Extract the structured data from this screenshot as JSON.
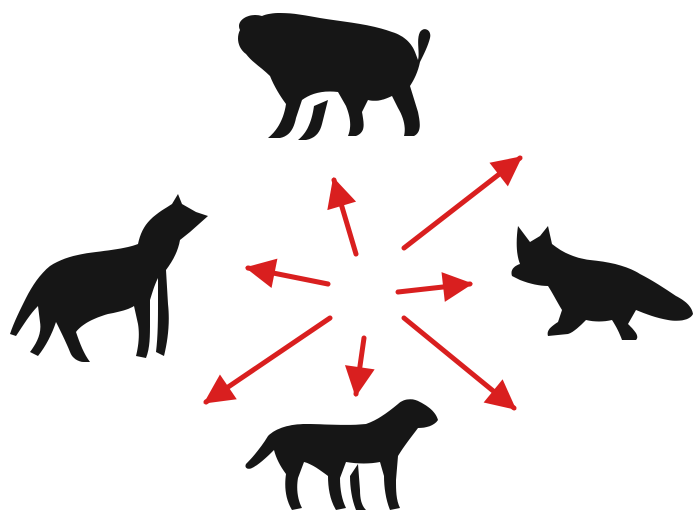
{
  "diagram": {
    "colors": {
      "arrow": "#d91f1f",
      "silhouette": "#161616",
      "background": "#ffffff"
    },
    "animals": [
      {
        "id": "hyena",
        "icon": "hyena-silhouette-icon"
      },
      {
        "id": "wolf",
        "icon": "howling-wolf-silhouette-icon"
      },
      {
        "id": "fox",
        "icon": "fox-silhouette-icon"
      },
      {
        "id": "dog",
        "icon": "dog-silhouette-icon"
      }
    ],
    "arrows": [
      {
        "id": "to-hyena"
      },
      {
        "id": "to-upper-right"
      },
      {
        "id": "to-wolf"
      },
      {
        "id": "to-fox"
      },
      {
        "id": "to-lower-left"
      },
      {
        "id": "to-dog"
      },
      {
        "id": "to-lower-right"
      }
    ]
  }
}
